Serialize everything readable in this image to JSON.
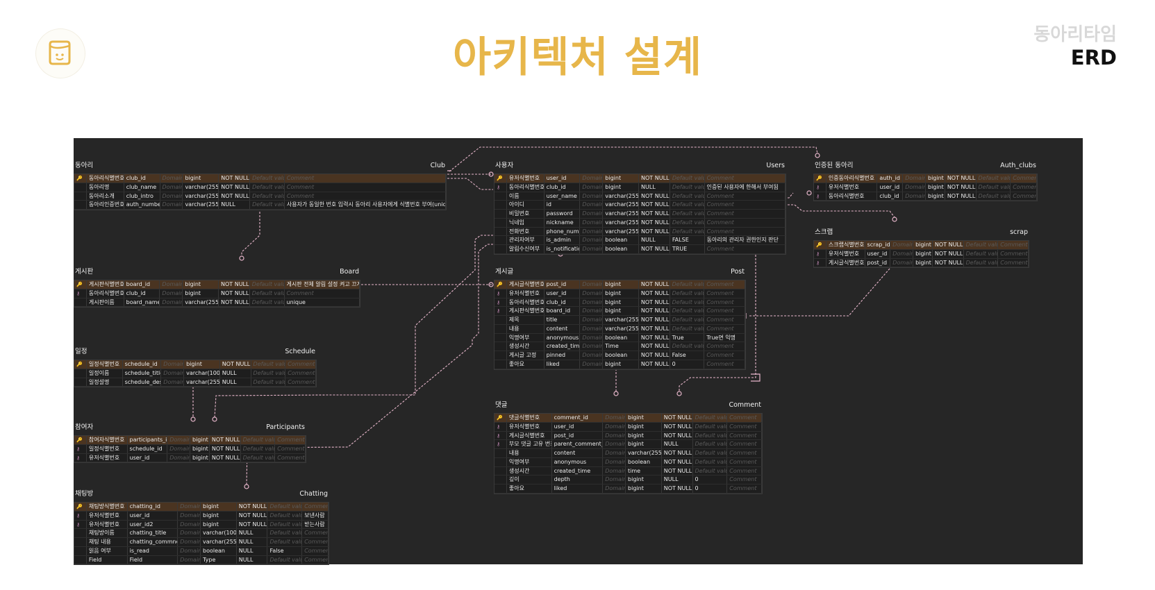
{
  "header": {
    "title": "아키텍처 설계",
    "brand_sub": "동아리타임",
    "brand_main": "ERD"
  },
  "colors": {
    "title": "#e7b64a",
    "canvas": "#262626",
    "pk_row": "#4a3421",
    "relation_line": "#e8b7cc",
    "pk_icon": "#e9b84b",
    "fk_icon": "#c58bb7"
  },
  "tables": {
    "club": {
      "kor": "동아리",
      "eng": "Club",
      "rows": [
        {
          "key": "pk",
          "kname": "동아리식별번호",
          "col": "club_id",
          "dom": "Domain",
          "type": "bigint",
          "nul": "NOT NULL",
          "def": "Default value",
          "com": "Comment"
        },
        {
          "key": "",
          "kname": "동아리명",
          "col": "club_name",
          "dom": "Domain",
          "type": "varchar(255)",
          "nul": "NOT NULL",
          "def": "Default value",
          "com": "Comment"
        },
        {
          "key": "",
          "kname": "동아리소개",
          "col": "club_intro",
          "dom": "Domain",
          "type": "varchar(255)",
          "nul": "NOT NULL",
          "def": "Default value",
          "com": "Comment"
        },
        {
          "key": "",
          "kname": "동아리인증번호",
          "col": "auth_number",
          "dom": "Domain",
          "type": "varchar(255)",
          "nul": "NULL",
          "def": "Default value",
          "com": "사용자가 동일한 번호 입력시 동아리 사용자에게 식별번호 부여(unique)"
        }
      ]
    },
    "users": {
      "kor": "사용자",
      "eng": "Users",
      "rows": [
        {
          "key": "pk",
          "kname": "유저식별번호",
          "col": "user_id",
          "dom": "Domain",
          "type": "bigint",
          "nul": "NOT NULL",
          "def": "Default value",
          "com": "Comment"
        },
        {
          "key": "fk",
          "kname": "동아리식별번호",
          "col": "club_id",
          "dom": "Domain",
          "type": "bigint",
          "nul": "NULL",
          "def": "Default value",
          "com": "인증된 사용자에 한해서 부여됨"
        },
        {
          "key": "",
          "kname": "이름",
          "col": "user_name",
          "dom": "Domain",
          "type": "varchar(255)",
          "nul": "NOT NULL",
          "def": "Default value",
          "com": "Comment"
        },
        {
          "key": "",
          "kname": "아이디",
          "col": "id",
          "dom": "Domain",
          "type": "varchar(255)",
          "nul": "NOT NULL",
          "def": "Default value",
          "com": "Comment"
        },
        {
          "key": "",
          "kname": "비밀번호",
          "col": "password",
          "dom": "Domain",
          "type": "varchar(255)",
          "nul": "NOT NULL",
          "def": "Default value",
          "com": "Comment"
        },
        {
          "key": "",
          "kname": "닉네임",
          "col": "nickname",
          "dom": "Domain",
          "type": "varchar(255)",
          "nul": "NOT NULL",
          "def": "Default value",
          "com": "Comment"
        },
        {
          "key": "",
          "kname": "전화번호",
          "col": "phone_num",
          "dom": "Domain",
          "type": "varchar(255)",
          "nul": "NOT NULL",
          "def": "Default value",
          "com": "Comment"
        },
        {
          "key": "",
          "kname": "관리자여부",
          "col": "is_admin",
          "dom": "Domain",
          "type": "boolean",
          "nul": "NULL",
          "def": "FALSE",
          "com": "동아리의 관리자 권한인지 판단"
        },
        {
          "key": "",
          "kname": "알림수신여부",
          "col": "is_notifications",
          "dom": "Domain",
          "type": "boolean",
          "nul": "NOT NULL",
          "def": "TRUE",
          "com": "Comment"
        }
      ]
    },
    "auth_clubs": {
      "kor": "인증된 동아리",
      "eng": "Auth_clubs",
      "rows": [
        {
          "key": "pk",
          "kname": "인증동아리식별번호",
          "col": "auth_id",
          "dom": "Domain",
          "type": "bigint",
          "nul": "NOT NULL",
          "def": "Default value",
          "com": "Comment"
        },
        {
          "key": "fk",
          "kname": "유저식별번호",
          "col": "user_id",
          "dom": "Domain",
          "type": "bigint",
          "nul": "NOT NULL",
          "def": "Default value",
          "com": "Comment"
        },
        {
          "key": "fk",
          "kname": "동아리식별번호",
          "col": "club_id",
          "dom": "Domain",
          "type": "bigint",
          "nul": "NOT NULL",
          "def": "Default value",
          "com": "Comment"
        }
      ]
    },
    "scrap": {
      "kor": "스크랩",
      "eng": "scrap",
      "rows": [
        {
          "key": "pk",
          "kname": "스크랩식별번호",
          "col": "scrap_id",
          "dom": "Domain",
          "type": "bigint",
          "nul": "NOT NULL",
          "def": "Default value",
          "com": "Comment"
        },
        {
          "key": "fk",
          "kname": "유저식별번호",
          "col": "user_id",
          "dom": "Domain",
          "type": "bigint",
          "nul": "NOT NULL",
          "def": "Default value",
          "com": "Comment"
        },
        {
          "key": "fk",
          "kname": "게시글식별번호",
          "col": "post_id",
          "dom": "Domain",
          "type": "bigint",
          "nul": "NOT NULL",
          "def": "Default value",
          "com": "Comment"
        }
      ]
    },
    "board": {
      "kor": "게시판",
      "eng": "Board",
      "rows": [
        {
          "key": "pk",
          "kname": "게시판식별번호",
          "col": "board_id",
          "dom": "Domain",
          "type": "bigint",
          "nul": "NOT NULL",
          "def": "Default value",
          "com": "게시판 전체 알림 설정 켜고 끄게"
        },
        {
          "key": "fk",
          "kname": "동아리식별번호",
          "col": "club_id",
          "dom": "Domain",
          "type": "bigint",
          "nul": "NOT NULL",
          "def": "Default value",
          "com": "Comment"
        },
        {
          "key": "",
          "kname": "게시판이름",
          "col": "board_name",
          "dom": "Domain",
          "type": "varchar(255)",
          "nul": "NOT NULL",
          "def": "Default value",
          "com": "unique"
        }
      ]
    },
    "post": {
      "kor": "게시글",
      "eng": "Post",
      "rows": [
        {
          "key": "pk",
          "kname": "게시글식별번호",
          "col": "post_id",
          "dom": "Domain",
          "type": "bigint",
          "nul": "NOT NULL",
          "def": "Default value",
          "com": "Comment"
        },
        {
          "key": "fk",
          "kname": "유저식별번호",
          "col": "user_id",
          "dom": "Domain",
          "type": "bigint",
          "nul": "NOT NULL",
          "def": "Default value",
          "com": "Comment"
        },
        {
          "key": "fk",
          "kname": "동아리식별번호",
          "col": "club_id",
          "dom": "Domain",
          "type": "bigint",
          "nul": "NOT NULL",
          "def": "Default value",
          "com": "Comment"
        },
        {
          "key": "fk",
          "kname": "게시판식별번호",
          "col": "board_id",
          "dom": "Domain",
          "type": "bigint",
          "nul": "NOT NULL",
          "def": "Default value",
          "com": "Comment"
        },
        {
          "key": "",
          "kname": "제목",
          "col": "title",
          "dom": "Domain",
          "type": "varchar(255)",
          "nul": "NOT NULL",
          "def": "Default value",
          "com": "Comment"
        },
        {
          "key": "",
          "kname": "내용",
          "col": "content",
          "dom": "Domain",
          "type": "varchar(255)",
          "nul": "NOT NULL",
          "def": "Default value",
          "com": "Comment"
        },
        {
          "key": "",
          "kname": "익명여부",
          "col": "anonymous",
          "dom": "Domain",
          "type": "boolean",
          "nul": "NOT NULL",
          "def": "True",
          "com": "True면 익명"
        },
        {
          "key": "",
          "kname": "생성시간",
          "col": "created_time",
          "dom": "Domain",
          "type": "Time",
          "nul": "NOT NULL",
          "def": "Default value",
          "com": "Comment"
        },
        {
          "key": "",
          "kname": "게시글 고정",
          "col": "pinned",
          "dom": "Domain",
          "type": "boolean",
          "nul": "NOT NULL",
          "def": "False",
          "com": "Comment"
        },
        {
          "key": "",
          "kname": "좋아요",
          "col": "liked",
          "dom": "Domain",
          "type": "bigint",
          "nul": "NOT NULL",
          "def": "0",
          "com": "Comment"
        }
      ]
    },
    "schedule": {
      "kor": "일정",
      "eng": "Schedule",
      "rows": [
        {
          "key": "pk",
          "kname": "일정식별번호",
          "col": "schedule_id",
          "dom": "Domain",
          "type": "bigint",
          "nul": "NOT NULL",
          "def": "Default value",
          "com": "Comment"
        },
        {
          "key": "",
          "kname": "일정이름",
          "col": "schedule_title",
          "dom": "Domain",
          "type": "varchar(100)",
          "nul": "NULL",
          "def": "Default value",
          "com": "Comment"
        },
        {
          "key": "",
          "kname": "일정설명",
          "col": "schedule_desc",
          "dom": "Domain",
          "type": "varchar(255)",
          "nul": "NULL",
          "def": "Default value",
          "com": "Comment"
        }
      ]
    },
    "participants": {
      "kor": "참여자",
      "eng": "Participants",
      "rows": [
        {
          "key": "pk",
          "kname": "참여자식별번호",
          "col": "participants_id",
          "dom": "Domain",
          "type": "bigint",
          "nul": "NOT NULL",
          "def": "Default value",
          "com": "Comment"
        },
        {
          "key": "fk",
          "kname": "일정식별번호",
          "col": "schedule_id",
          "dom": "Domain",
          "type": "bigint",
          "nul": "NOT NULL",
          "def": "Default value",
          "com": "Comment"
        },
        {
          "key": "fk",
          "kname": "유저식별번호",
          "col": "user_id",
          "dom": "Domain",
          "type": "bigint",
          "nul": "NOT NULL",
          "def": "Default value",
          "com": "Comment"
        }
      ]
    },
    "comment": {
      "kor": "댓글",
      "eng": "Comment",
      "rows": [
        {
          "key": "pk",
          "kname": "댓글식별번호",
          "col": "comment_id",
          "dom": "Domain",
          "type": "bigint",
          "nul": "NOT NULL",
          "def": "Default value",
          "com": "Comment"
        },
        {
          "key": "fk",
          "kname": "유저식별번호",
          "col": "user_id",
          "dom": "Domain",
          "type": "bigint",
          "nul": "NOT NULL",
          "def": "Default value",
          "com": "Comment"
        },
        {
          "key": "fk",
          "kname": "게시글식별번호",
          "col": "post_id",
          "dom": "Domain",
          "type": "bigint",
          "nul": "NOT NULL",
          "def": "Default value",
          "com": "Comment"
        },
        {
          "key": "fk",
          "kname": "부모 댓글 고유 번호",
          "col": "parent_comment_id",
          "dom": "Domain",
          "type": "bigint",
          "nul": "NULL",
          "def": "Default value",
          "com": "Comment"
        },
        {
          "key": "",
          "kname": "내용",
          "col": "content",
          "dom": "Domain",
          "type": "varchar(255)",
          "nul": "NOT NULL",
          "def": "Default value",
          "com": "Comment"
        },
        {
          "key": "",
          "kname": "익명여부",
          "col": "anonymous",
          "dom": "Domain",
          "type": "boolean",
          "nul": "NOT NULL",
          "def": "Default value",
          "com": "Comment"
        },
        {
          "key": "",
          "kname": "생성시간",
          "col": "created_time",
          "dom": "Domain",
          "type": "time",
          "nul": "NOT NULL",
          "def": "Default value",
          "com": "Comment"
        },
        {
          "key": "",
          "kname": "깊이",
          "col": "depth",
          "dom": "Domain",
          "type": "bigint",
          "nul": "NULL",
          "def": "0",
          "com": "Comment"
        },
        {
          "key": "",
          "kname": "좋아요",
          "col": "liked",
          "dom": "Domain",
          "type": "bigint",
          "nul": "NOT NULL",
          "def": "0",
          "com": "Comment"
        }
      ]
    },
    "chatting": {
      "kor": "채팅방",
      "eng": "Chatting",
      "rows": [
        {
          "key": "pk",
          "kname": "채팅방식별번호",
          "col": "chatting_id",
          "dom": "Domain",
          "type": "bigint",
          "nul": "NOT NULL",
          "def": "Default value",
          "com": "Comment"
        },
        {
          "key": "fk",
          "kname": "유저식별번호",
          "col": "user_id",
          "dom": "Domain",
          "type": "bigint",
          "nul": "NOT NULL",
          "def": "Default value",
          "com": "보낸사람"
        },
        {
          "key": "fk",
          "kname": "유저식별번호",
          "col": "user_id2",
          "dom": "Domain",
          "type": "bigint",
          "nul": "NOT NULL",
          "def": "Default value",
          "com": "받는사람"
        },
        {
          "key": "",
          "kname": "채팅방이름",
          "col": "chatting_title",
          "dom": "Domain",
          "type": "varchar(100)",
          "nul": "NULL",
          "def": "Default value",
          "com": "Comment"
        },
        {
          "key": "",
          "kname": "채팅 내용",
          "col": "chatting_commnet",
          "dom": "Domain",
          "type": "varchar(255)",
          "nul": "NULL",
          "def": "Default value",
          "com": "Comment"
        },
        {
          "key": "",
          "kname": "읽음 여부",
          "col": "is_read",
          "dom": "Domain",
          "type": "boolean",
          "nul": "NULL",
          "def": "False",
          "com": "Comment"
        },
        {
          "key": "",
          "kname": "Field",
          "col": "Field",
          "dom": "Domain",
          "type": "Type",
          "nul": "NULL",
          "def": "Default value",
          "com": "Comment"
        }
      ]
    }
  }
}
